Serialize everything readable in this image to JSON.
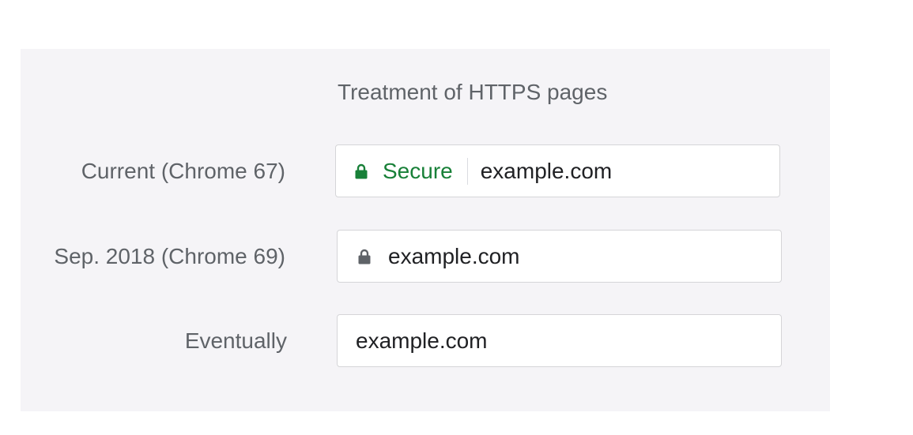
{
  "heading": "Treatment of HTTPS pages",
  "rows": [
    {
      "label": "Current (Chrome 67)",
      "secure_label": "Secure",
      "url": "example.com",
      "lock_color": "#188038"
    },
    {
      "label": "Sep. 2018 (Chrome 69)",
      "url": "example.com",
      "lock_color": "#5f6368"
    },
    {
      "label": "Eventually",
      "url": "example.com"
    }
  ],
  "colors": {
    "panel_background": "#f5f4f7",
    "label_text": "#5f6368",
    "secure_green": "#188038",
    "url_text": "#202124"
  },
  "icons": [
    "lock-icon-green",
    "lock-icon-gray"
  ]
}
